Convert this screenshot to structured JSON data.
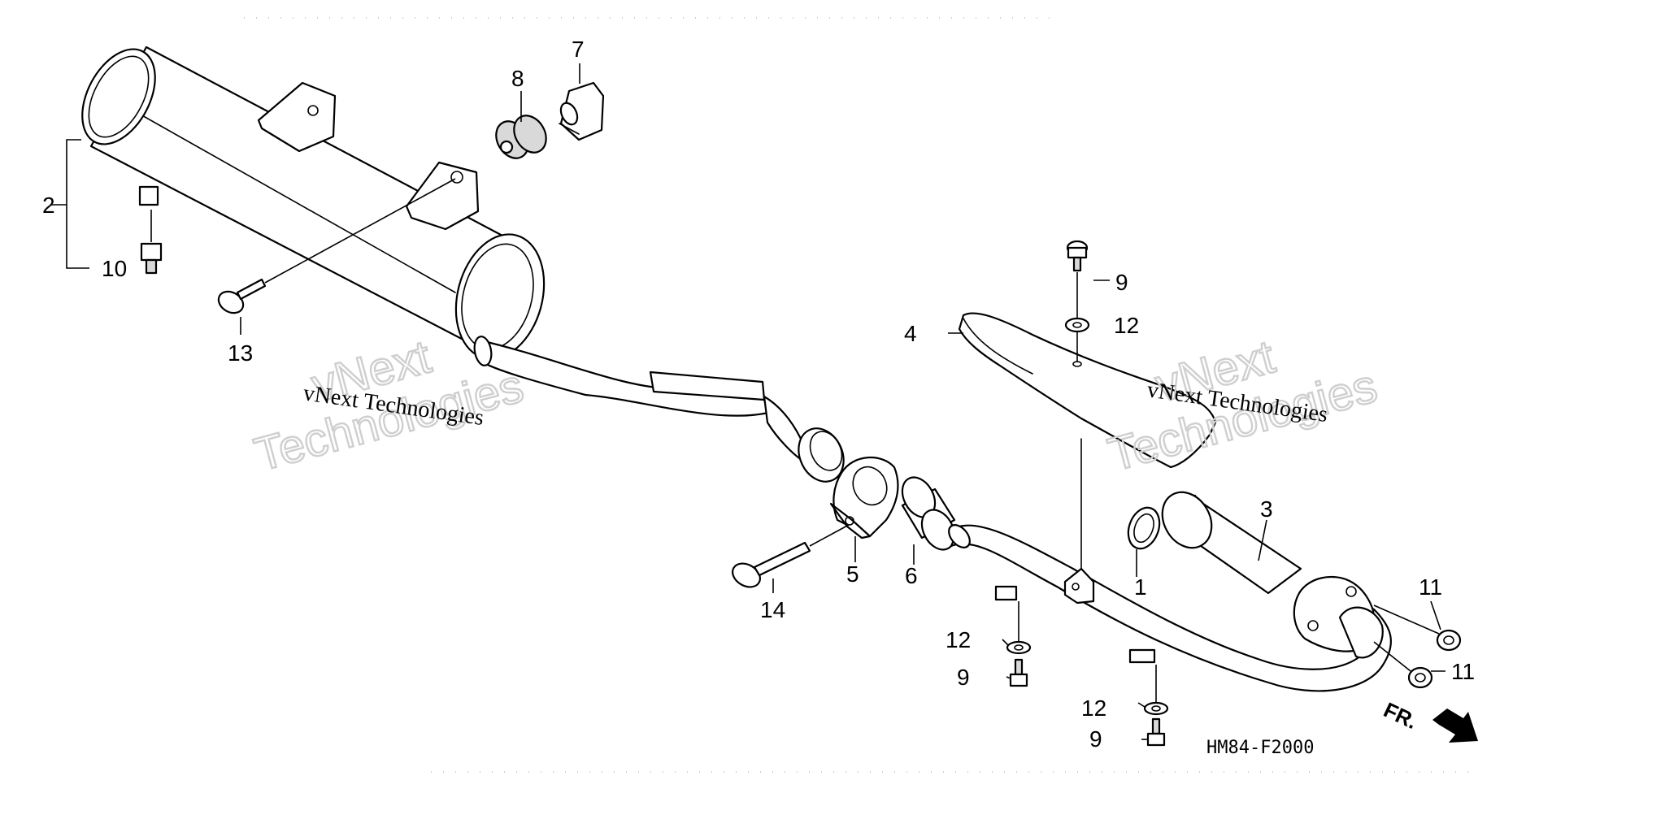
{
  "callouts": {
    "c1": "1",
    "c2": "2",
    "c3": "3",
    "c4": "4",
    "c5": "5",
    "c6": "6",
    "c7": "7",
    "c8": "8",
    "c9a": "9",
    "c9b": "9",
    "c9c": "9",
    "c10": "10",
    "c11a": "11",
    "c11b": "11",
    "c12a": "12",
    "c12b": "12",
    "c12c": "12",
    "c13": "13",
    "c14": "14"
  },
  "drawing_code": "HM84-F2000",
  "front_indicator": "FR.",
  "watermark": {
    "brand": "vNext Technologies",
    "line1": "vNext",
    "line2": "Technologies"
  }
}
